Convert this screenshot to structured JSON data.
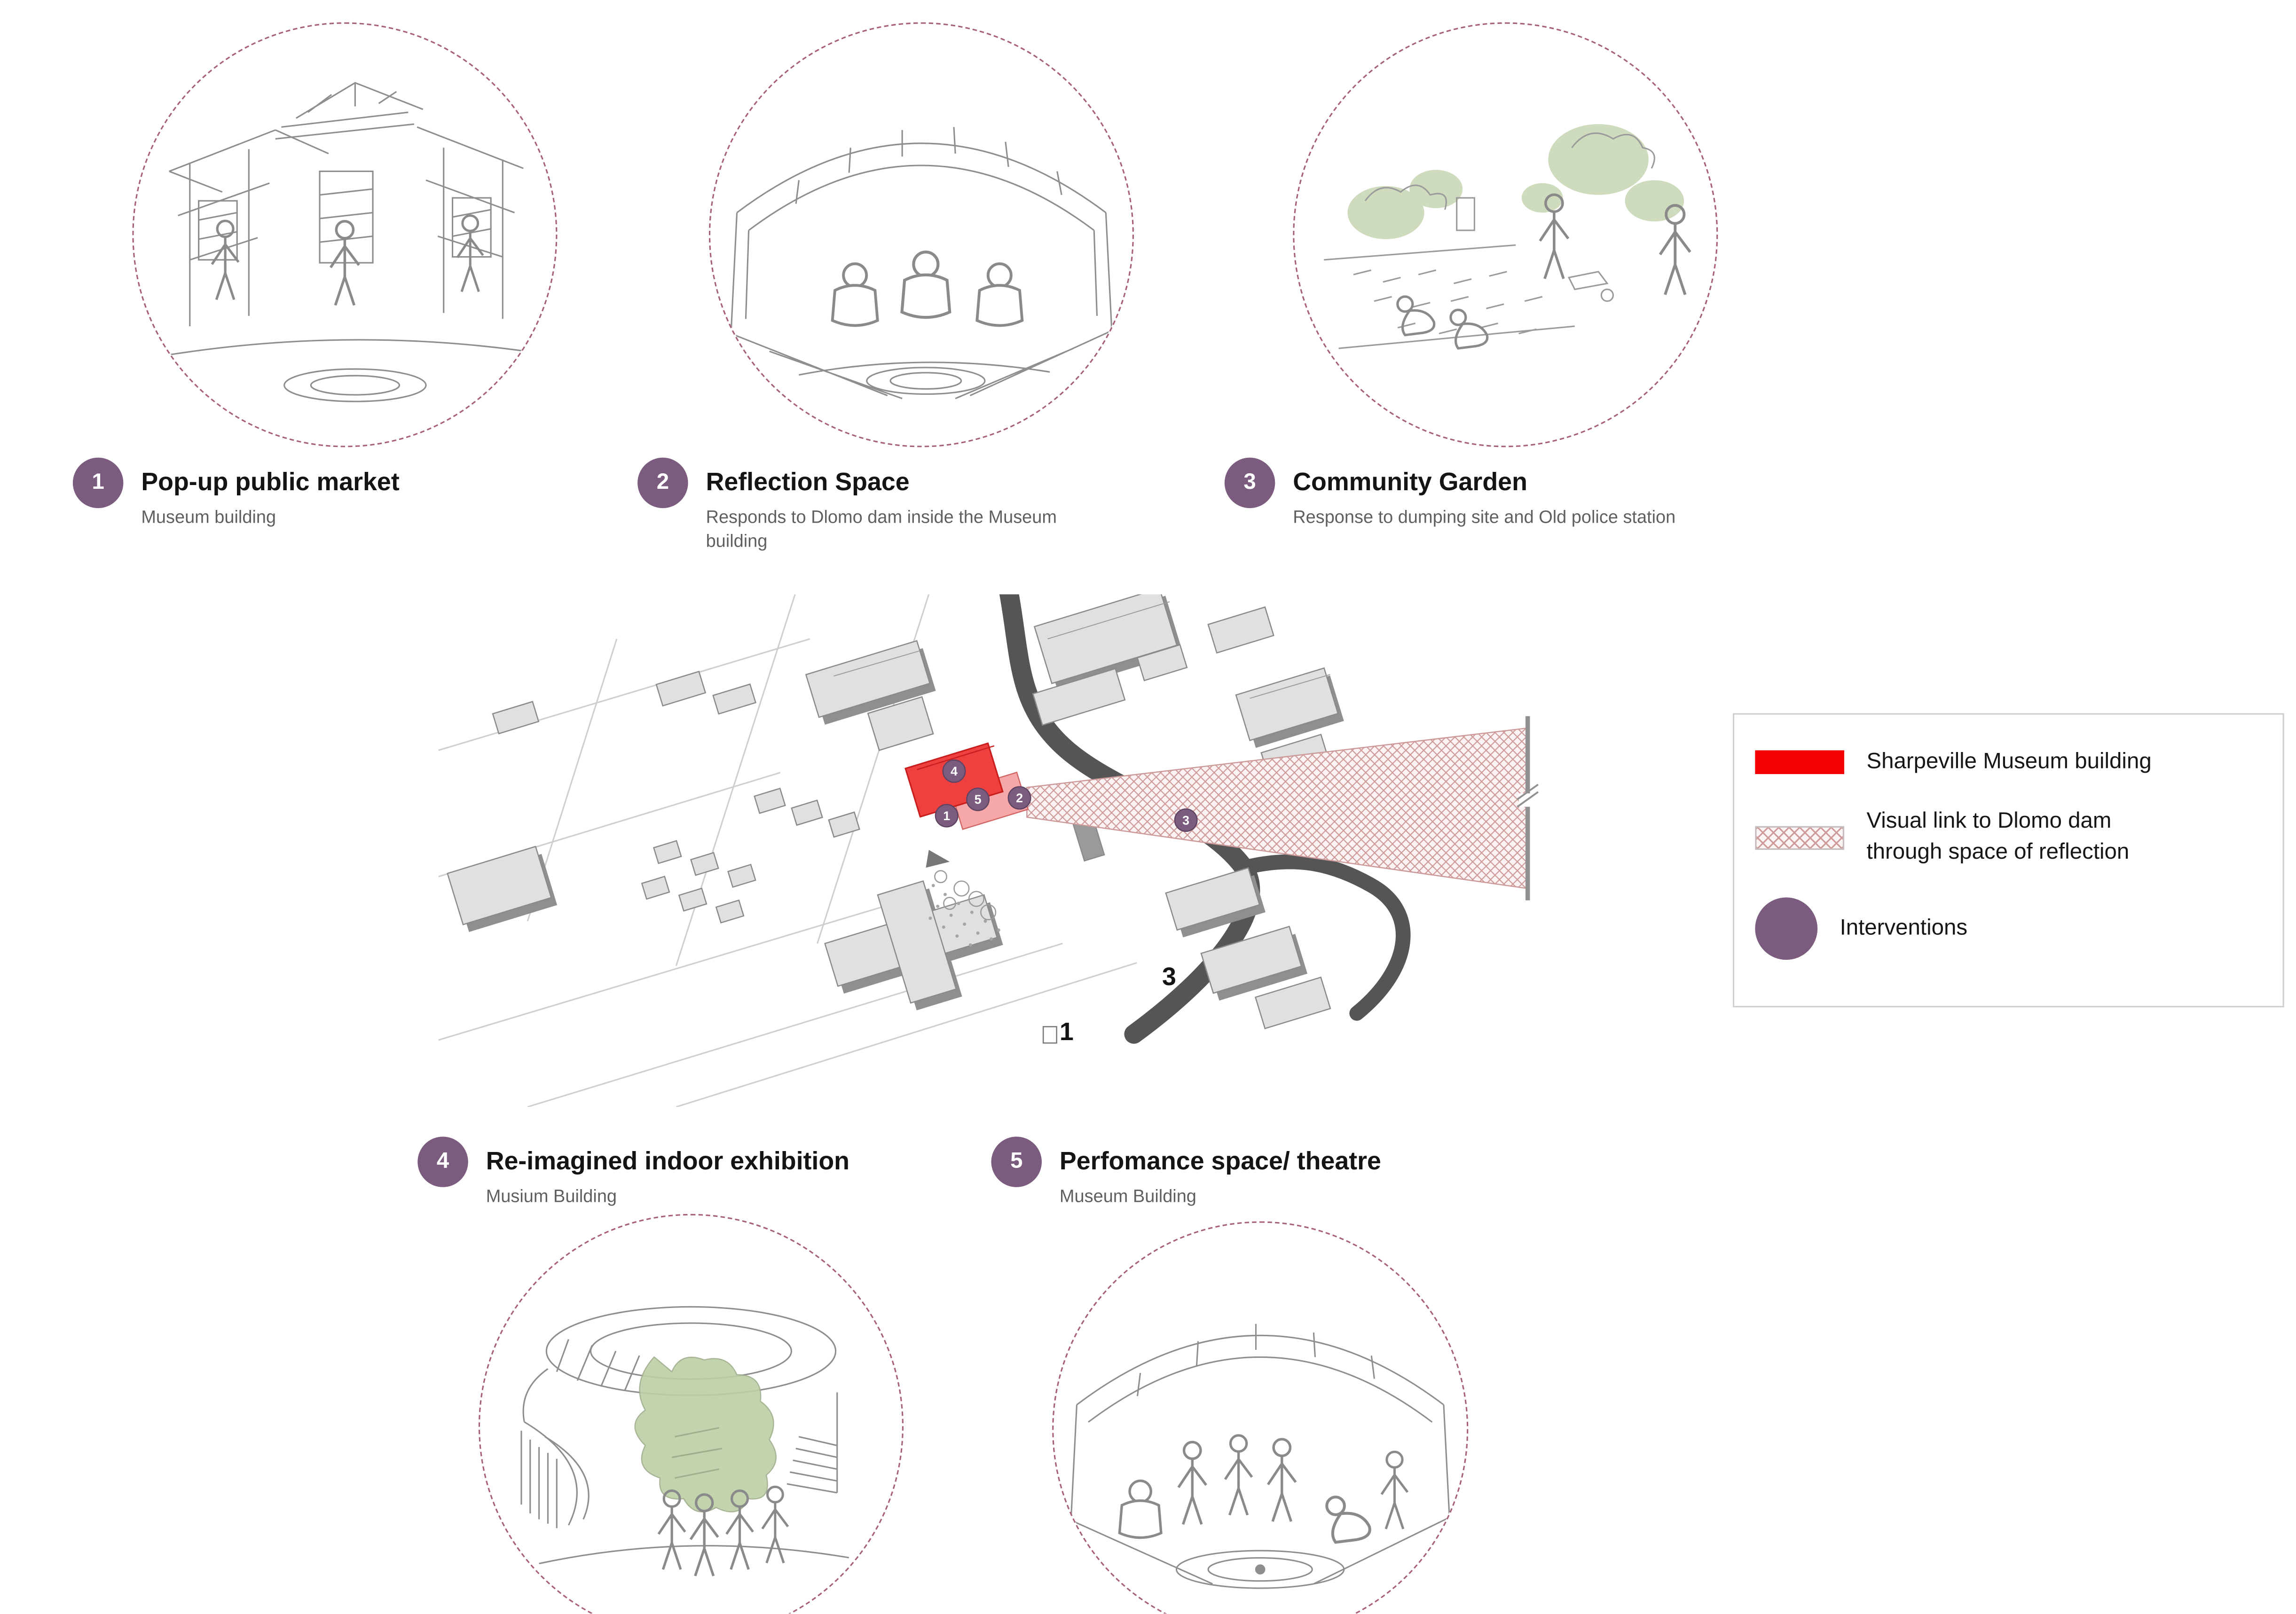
{
  "interventions": [
    {
      "id": "1",
      "title": "Pop-up public market",
      "subtitle": "Museum building"
    },
    {
      "id": "2",
      "title": "Reflection Space",
      "subtitle": "Responds to Dlomo dam inside the Museum building"
    },
    {
      "id": "3",
      "title": "Community Garden",
      "subtitle": "Response to dumping site and Old police station"
    },
    {
      "id": "4",
      "title": "Re-imagined indoor exhibition",
      "subtitle": "Musium Building"
    },
    {
      "id": "5",
      "title": "Perfomance space/ theatre",
      "subtitle": "Museum Building"
    }
  ],
  "legend": {
    "items": [
      {
        "label": "Sharpeville Museum building",
        "swatch": "red-fill"
      },
      {
        "label": "Visual link to Dlomo dam through space of reflection",
        "swatch": "crosshatch"
      },
      {
        "label": "Interventions",
        "swatch": "purple-circle"
      }
    ]
  },
  "map": {
    "markers": [
      "1",
      "2",
      "3",
      "4",
      "5"
    ],
    "plan_labels": [
      "3",
      "1"
    ]
  },
  "colors": {
    "museum_red": "#ee1c25",
    "intervention_purple": "#7b5c7f",
    "hatch_stroke": "#cf9a9a",
    "vignette_dash": "#a6607c"
  }
}
